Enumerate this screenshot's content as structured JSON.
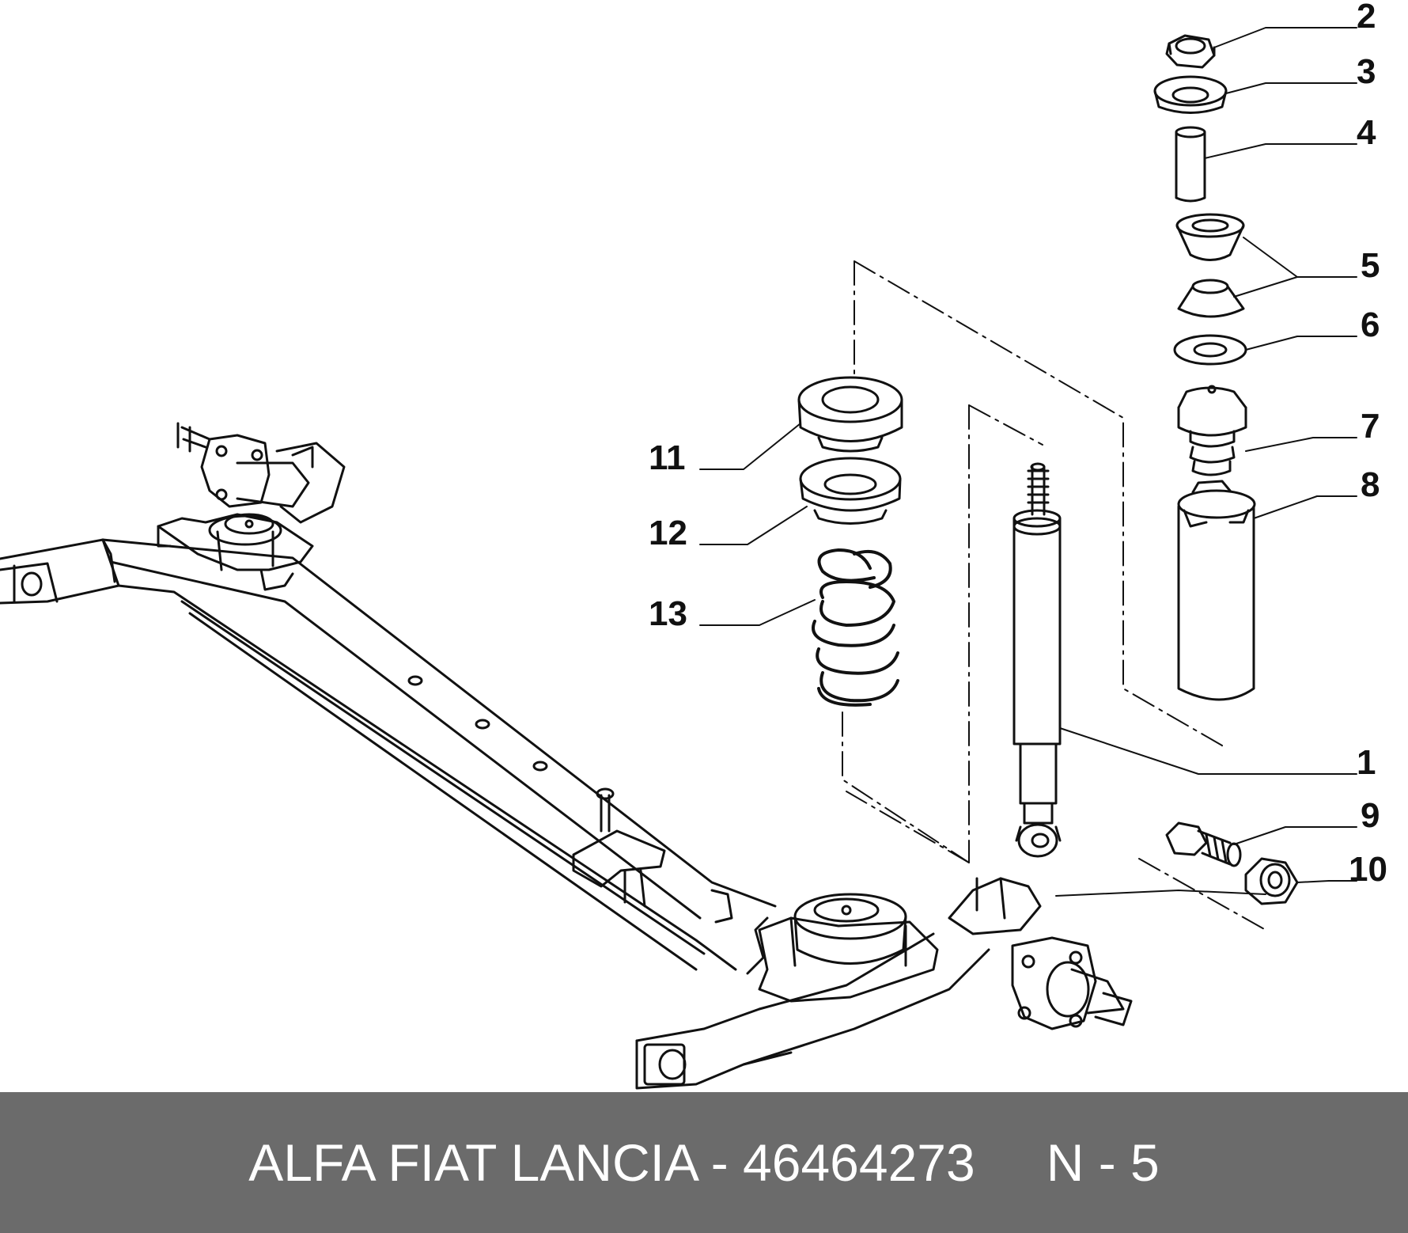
{
  "parts": [
    {
      "id": "p1",
      "number": "1"
    },
    {
      "id": "p2",
      "number": "2"
    },
    {
      "id": "p3",
      "number": "3"
    },
    {
      "id": "p4",
      "number": "4"
    },
    {
      "id": "p5",
      "number": "5"
    },
    {
      "id": "p6",
      "number": "6"
    },
    {
      "id": "p7",
      "number": "7"
    },
    {
      "id": "p8",
      "number": "8"
    },
    {
      "id": "p9",
      "number": "9"
    },
    {
      "id": "p10",
      "number": "10"
    },
    {
      "id": "p11",
      "number": "11"
    },
    {
      "id": "p12",
      "number": "12"
    },
    {
      "id": "p13",
      "number": "13"
    }
  ],
  "footer": {
    "brand_part": "ALFA FIAT LANCIA - 46464273",
    "position": "N - 5"
  },
  "colors": {
    "line": "#111111",
    "footer_bg": "#6b6b6b",
    "footer_text": "#ffffff"
  }
}
